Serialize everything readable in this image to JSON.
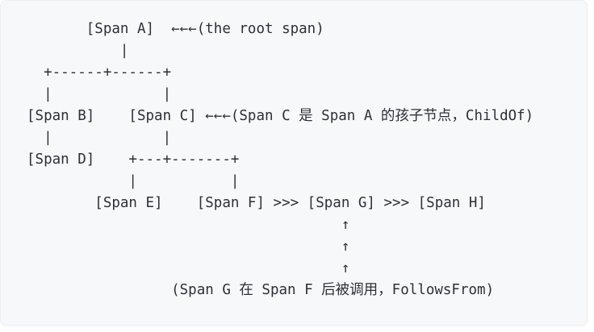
{
  "panel": {
    "background_color": "#f7f8f9",
    "border_color": "#eceef0",
    "text_color": "#2c3038"
  },
  "diagram": {
    "type": "ascii-art-span-tree",
    "title_nodes": [
      "Span A",
      "Span B",
      "Span C",
      "Span D",
      "Span E",
      "Span F",
      "Span G",
      "Span H"
    ],
    "annotations": [
      "(the root span)",
      "(Span C 是 Span A 的孩子节点，ChildOf)",
      "(Span G 在 Span F 后被调用，FollowsFrom)"
    ],
    "relation_labels": [
      "ChildOf",
      "FollowsFrom"
    ],
    "arrow_glyphs": {
      "left": "←←←",
      "up": "↑",
      "follows": ">>>"
    },
    "lines": [
      "       [Span A]  ←←←(the root span)",
      "           |",
      "  +------+------+",
      "  |             |",
      "[Span B]    [Span C] ←←←(Span C 是 Span A 的孩子节点，ChildOf)",
      "  |             |",
      "[Span D]    +---+-------+",
      "            |           |",
      "        [Span E]    [Span F] >>> [Span G] >>> [Span H]",
      "                                     ↑",
      "                                     ↑",
      "                                     ↑",
      "                 (Span G 在 Span F 后被调用，FollowsFrom)"
    ],
    "full_text": "       [Span A]  ←←←(the root span)\n           |\n  +------+------+\n  |             |\n[Span B]    [Span C] ←←←(Span C 是 Span A 的孩子节点，ChildOf)\n  |             |\n[Span D]    +---+-------+\n            |           |\n        [Span E]    [Span F] >>> [Span G] >>> [Span H]\n                                     ↑\n                                     ↑\n                                     ↑\n                 (Span G 在 Span F 后被调用，FollowsFrom)"
  }
}
